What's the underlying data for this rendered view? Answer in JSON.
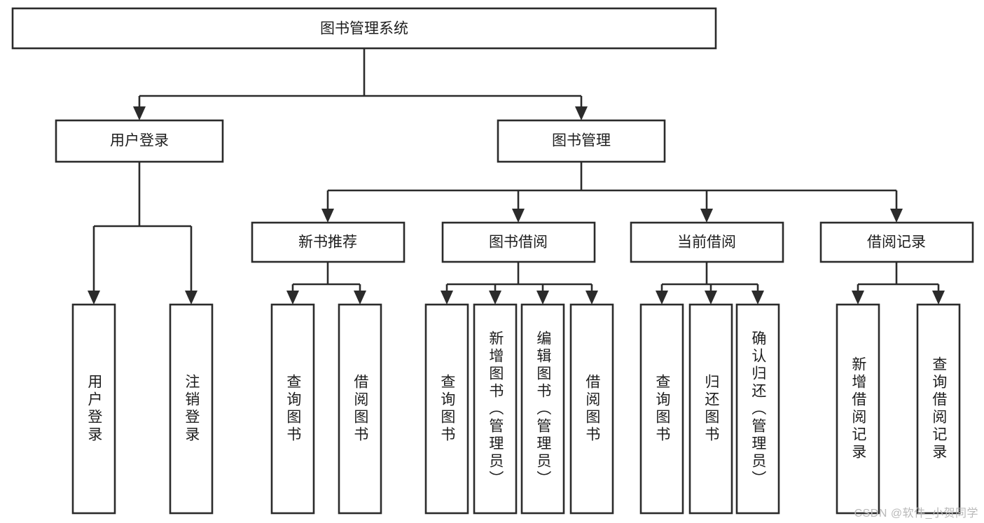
{
  "diagram": {
    "title": "图书管理系统",
    "type": "hierarchy-tree",
    "watermark": "CSDN @软件_小贺同学",
    "colors": {
      "stroke": "#2b2b2b",
      "fill": "#ffffff",
      "text": "#1d1d1d",
      "watermark": "#b9b9b9"
    },
    "levels": {
      "root": {
        "label": "图书管理系统"
      },
      "level2": [
        {
          "id": "user-login",
          "label": "用户登录"
        },
        {
          "id": "book-management",
          "label": "图书管理"
        }
      ],
      "level3": [
        {
          "id": "new-book-recommend",
          "label": "新书推荐",
          "parent": "book-management"
        },
        {
          "id": "book-borrow",
          "label": "图书借阅",
          "parent": "book-management"
        },
        {
          "id": "current-borrow",
          "label": "当前借阅",
          "parent": "book-management"
        },
        {
          "id": "borrow-record",
          "label": "借阅记录",
          "parent": "book-management"
        }
      ],
      "leaves": [
        {
          "id": "leaf-user-login",
          "label": "用户登录",
          "parent": "user-login"
        },
        {
          "id": "leaf-logout-login",
          "label": "注销登录",
          "parent": "user-login"
        },
        {
          "id": "leaf-query-book-1",
          "label": "查询图书",
          "parent": "new-book-recommend"
        },
        {
          "id": "leaf-borrow-book-1",
          "label": "借阅图书",
          "parent": "new-book-recommend"
        },
        {
          "id": "leaf-query-book-2",
          "label": "查询图书",
          "parent": "book-borrow"
        },
        {
          "id": "leaf-add-book",
          "label": "新增图书（管理员）",
          "parent": "book-borrow"
        },
        {
          "id": "leaf-edit-book",
          "label": "编辑图书（管理员）",
          "parent": "book-borrow"
        },
        {
          "id": "leaf-borrow-book-2",
          "label": "借阅图书",
          "parent": "book-borrow"
        },
        {
          "id": "leaf-query-book-3",
          "label": "查询图书",
          "parent": "current-borrow"
        },
        {
          "id": "leaf-return-book",
          "label": "归还图书",
          "parent": "current-borrow"
        },
        {
          "id": "leaf-confirm-return",
          "label": "确认归还（管理员）",
          "parent": "current-borrow"
        },
        {
          "id": "leaf-add-record",
          "label": "新增借阅记录",
          "parent": "borrow-record"
        },
        {
          "id": "leaf-query-record",
          "label": "查询借阅记录",
          "parent": "borrow-record"
        }
      ]
    }
  }
}
